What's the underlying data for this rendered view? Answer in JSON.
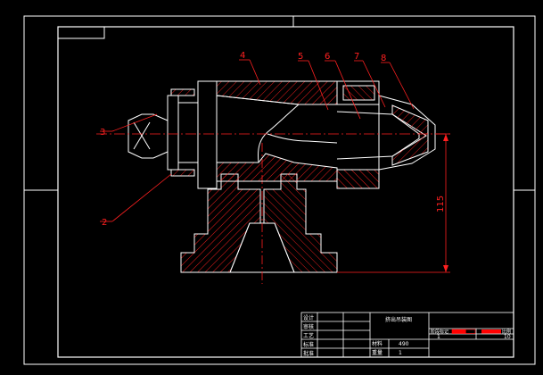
{
  "colors": {
    "background": "#000000",
    "frame": "#ffffff",
    "hatch": "#ff2020",
    "centerline": "#ff2020",
    "leader": "#ff2020",
    "progress_fill": "#ff0000"
  },
  "balloons": [
    {
      "id": "b2",
      "label": "2"
    },
    {
      "id": "b3",
      "label": "3"
    },
    {
      "id": "b4",
      "label": "4"
    },
    {
      "id": "b5",
      "label": "5"
    },
    {
      "id": "b6",
      "label": "6"
    },
    {
      "id": "b7",
      "label": "7"
    },
    {
      "id": "b8",
      "label": "8"
    }
  ],
  "dimension": {
    "value": "115"
  },
  "title_block": {
    "drawing_title": "挤出吊装图",
    "left_labels": [
      "设计",
      "审核",
      "工艺",
      "标准",
      "批准"
    ],
    "material_label": "材料",
    "material_value": "490",
    "weight_label": "重量",
    "weight_value": "1",
    "stage_label": "阶段标记",
    "scale_label": "比例",
    "stage_value": "1",
    "scale_value": "10",
    "stage_progress": 0.6
  }
}
